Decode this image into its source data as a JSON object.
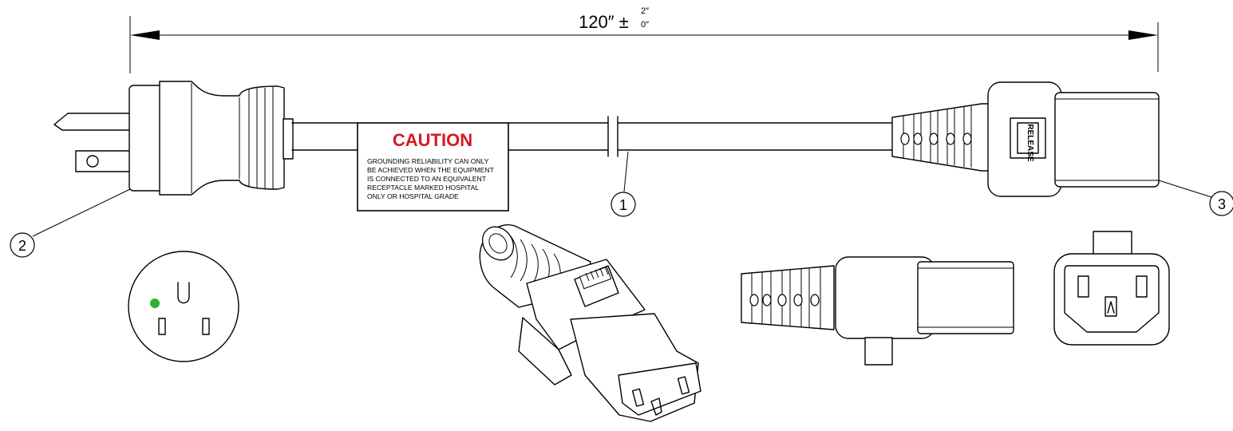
{
  "dimension": {
    "value": "120″ ±",
    "tol_upper": "2″",
    "tol_lower": "0″"
  },
  "caution_label": {
    "heading": "CAUTION",
    "lines": [
      "GROUNDING RELIABILITY CAN ONLY",
      "BE ACHIEVED WHEN THE EQUIPMENT",
      "IS CONNECTED TO AN EQUIVALENT",
      "RECEPTACLE MARKED HOSPITAL",
      "ONLY OR HOSPITAL GRADE"
    ],
    "heading_color": "#d71920"
  },
  "callouts": {
    "cable": "1",
    "plug": "2",
    "connector": "3"
  },
  "latch_text": "RELEASE",
  "colors": {
    "line": "#000000",
    "hospital_grade_dot": "#2bb32b"
  }
}
